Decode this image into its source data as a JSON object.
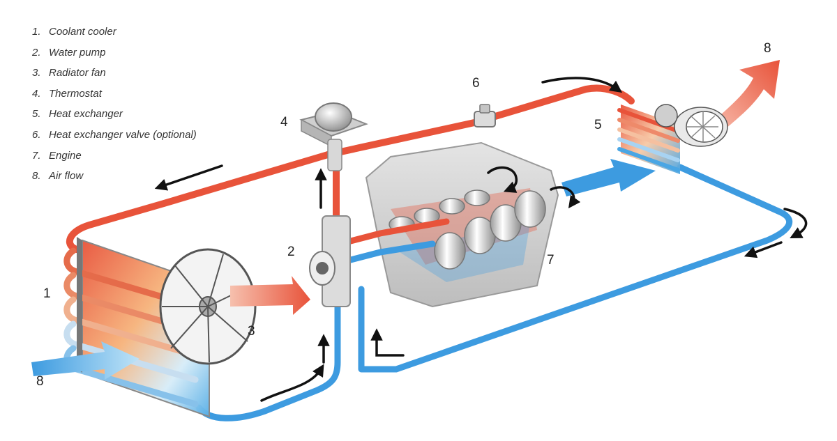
{
  "legend": [
    {
      "num": "1.",
      "label": "Coolant cooler"
    },
    {
      "num": "2.",
      "label": "Water pump"
    },
    {
      "num": "3.",
      "label": "Radiator fan"
    },
    {
      "num": "4.",
      "label": "Thermostat"
    },
    {
      "num": "5.",
      "label": "Heat exchanger"
    },
    {
      "num": "6.",
      "label": "Heat exchanger valve (optional)"
    },
    {
      "num": "7.",
      "label": "Engine"
    },
    {
      "num": "8.",
      "label": "Air flow"
    }
  ],
  "callouts": {
    "coolant_cooler": "1",
    "water_pump": "2",
    "radiator_fan": "3",
    "thermostat": "4",
    "heat_exchanger": "5",
    "valve": "6",
    "engine": "7",
    "airflow_out": "8",
    "airflow_in": "8"
  },
  "colors": {
    "hot_coolant": "#e8533a",
    "cold_coolant": "#3d9be0",
    "component_grey": "#c9c9c9",
    "flow_arrow": "#111111"
  }
}
